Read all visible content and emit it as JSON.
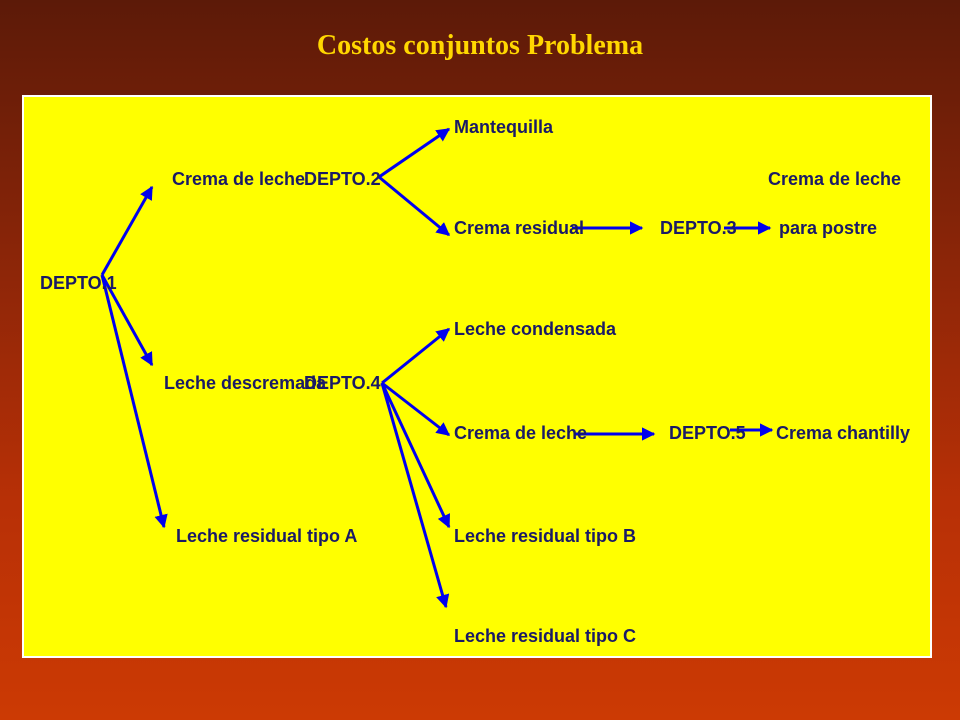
{
  "title": "Costos conjuntos Problema",
  "colors": {
    "panel": "#ffff00",
    "arrow": "#0000ee",
    "label": "#1a1a66",
    "title": "#ffd700"
  },
  "nodes": {
    "depto1": "DEPTO.1",
    "crema_leche_1": "Crema de leche",
    "depto2": "DEPTO.2",
    "mantequilla": "Mantequilla",
    "crema_residual": "Crema residual",
    "depto3": "DEPTO.3",
    "crema_leche_top": "Crema de leche",
    "para_postre": "para postre",
    "leche_descremada": "Leche descremada",
    "depto4": "DEPTO.4",
    "leche_condensada": "Leche condensada",
    "crema_leche_2": "Crema de leche",
    "depto5": "DEPTO.5",
    "crema_chantilly": "Crema chantilly",
    "leche_residual_a": "Leche residual tipo A",
    "leche_residual_b": "Leche residual tipo B",
    "leche_residual_c": "Leche residual tipo C"
  }
}
